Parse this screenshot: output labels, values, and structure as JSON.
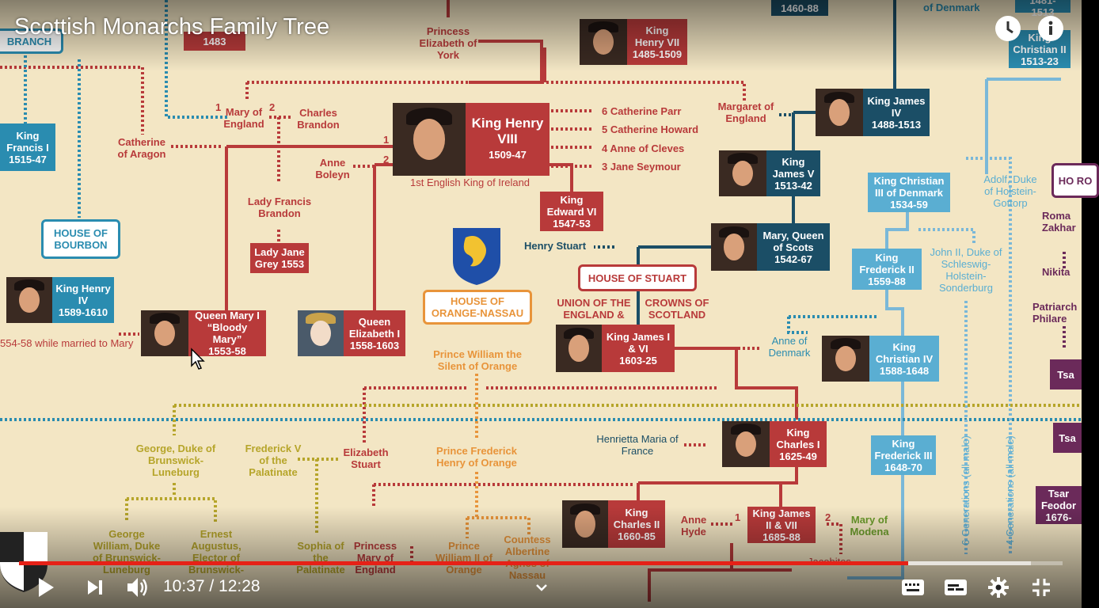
{
  "video": {
    "title": "Scottish Monarchs Family Tree",
    "current_time": "10:37",
    "duration": "12:28",
    "time_display": "10:37 / 12:28",
    "progress": 0.852,
    "buffered": 0.97
  },
  "header_buttons": {
    "watch_later": "watch-later-icon",
    "info": "info-icon"
  },
  "controls": {
    "play": "play-icon",
    "next": "next-icon",
    "volume": "volume-icon",
    "chevron": "chevron-down-icon",
    "subtitles": "subtitles-icon",
    "captions": "captions-icon",
    "settings": "gear-icon",
    "fullscreen": "fullscreen-icon"
  },
  "colors": {
    "red": "#b83a3a",
    "blue": "#2a8cb0",
    "dark_teal": "#1b4e66",
    "gold": "#b6a52a",
    "orange": "#e8943a",
    "progress": "#e62117"
  },
  "tree": {
    "top_left_branch": "BRANCH",
    "top_left_years": "1483",
    "top_box_1": "1460-88",
    "top_box_2": "of Denmark",
    "top_box_3": "1481-1513",
    "king_christian_ii": {
      "name": "King Christian II",
      "years": "1513-23"
    },
    "princess_elizabeth_york": "Princess Elizabeth of York",
    "henry_vii": {
      "name": "King Henry VII",
      "years": "1485-1509"
    },
    "henry_viii": {
      "name": "King Henry VIII",
      "years": "1509-47",
      "caption": "1st English King of Ireland"
    },
    "wives": [
      "6  Catherine Parr",
      "5  Catherine Howard",
      "4  Anne of Cleves",
      "3  Jane Seymour"
    ],
    "wife_1": "Catherine of Aragon",
    "wife_1_num": "1",
    "wife_2": "Anne Boleyn",
    "wife_2_num": "2",
    "mary_of_england": "Mary of England",
    "charles_brandon": "Charles Brandon",
    "num_1": "1",
    "num_2": "2",
    "lady_francis_brandon": "Lady Francis Brandon",
    "lady_jane_grey": "Lady Jane Grey 1553",
    "margaret_of_england": "Margaret of England",
    "james_iv": {
      "name": "King James IV",
      "years": "1488-1513"
    },
    "james_v": {
      "name": "King James V",
      "years": "1513-42"
    },
    "edward_vi": {
      "name": "King Edward VI",
      "years": "1547-53"
    },
    "francis_i": {
      "name": "King Francis I",
      "years": "1515-47"
    },
    "house_bourbon": "HOUSE OF BOURBON",
    "henry_iv": {
      "name": "King Henry IV",
      "years": "1589-1610"
    },
    "mary_i": {
      "name": "Queen Mary I “Bloody Mary”",
      "years": "1553-58"
    },
    "mary_i_note": "554-58 while married to Mary",
    "elizabeth_i": {
      "name": "Queen Elizabeth I",
      "years": "1558-1603"
    },
    "house_orange": "HOUSE OF ORANGE-NASSAU",
    "henry_stuart": "Henry Stuart",
    "mary_queen_scots": {
      "name": "Mary, Queen of Scots",
      "years": "1542-67"
    },
    "house_stuart": "HOUSE OF STUART",
    "union_left": "UNION OF THE ENGLAND &",
    "union_right": "CROWNS OF SCOTLAND",
    "james_i_vi": {
      "name": "King James I & VI",
      "years": "1603-25"
    },
    "anne_of_denmark": "Anne of Denmark",
    "christian_iii": {
      "name": "King Christian III of Denmark",
      "years": "1534-59"
    },
    "adolf": "Adolf, Duke of Holstein-Gottorp",
    "frederick_ii": {
      "name": "King Frederick II",
      "years": "1559-88"
    },
    "john_ii": "John II, Duke of Schleswig-Holstein-Sonderburg",
    "christian_iv": {
      "name": "King Christian IV",
      "years": "1588-1648"
    },
    "frederick_iii": {
      "name": "King Frederick III",
      "years": "1648-70"
    },
    "gen_6": "6 Generations (all male)",
    "gen_4": "4 Generations (all male)",
    "william_silent": "Prince William the Silent of Orange",
    "george_brunswick": "George, Duke of Brunswick-Luneburg",
    "frederick_v": "Frederick V of the Palatinate",
    "elizabeth_stuart": "Elizabeth Stuart",
    "prince_frederick_henry": "Prince Frederick Henry of Orange",
    "henrietta_maria": "Henrietta Maria of France",
    "charles_i": {
      "name": "King Charles I",
      "years": "1625-49"
    },
    "charles_ii": {
      "name": "King Charles II",
      "years": "1660-85"
    },
    "anne_hyde": "Anne Hyde",
    "james_ii": {
      "name": "King James II & VII",
      "years": "1685-88"
    },
    "mary_modena": "Mary of Modena",
    "jacobites": "Jacobites",
    "george_william": "George William, Duke of Brunswick-Luneburg",
    "ernest_augustus": "Ernest Augustus, Elector of Brunswick-",
    "sophia": "Sophia of the Palatinate",
    "princess_mary": "Princess Mary of England",
    "prince_william_ii": "Prince William II of Orange",
    "countess_albertine": "Countess Albertine Agnes of Nassau",
    "right_cut": [
      "HO RO",
      "Roma Zakhar",
      "Nikita",
      "Patriarch Philare",
      "Tsa",
      "Tsa",
      "Tsar Feodor 1676-"
    ]
  }
}
